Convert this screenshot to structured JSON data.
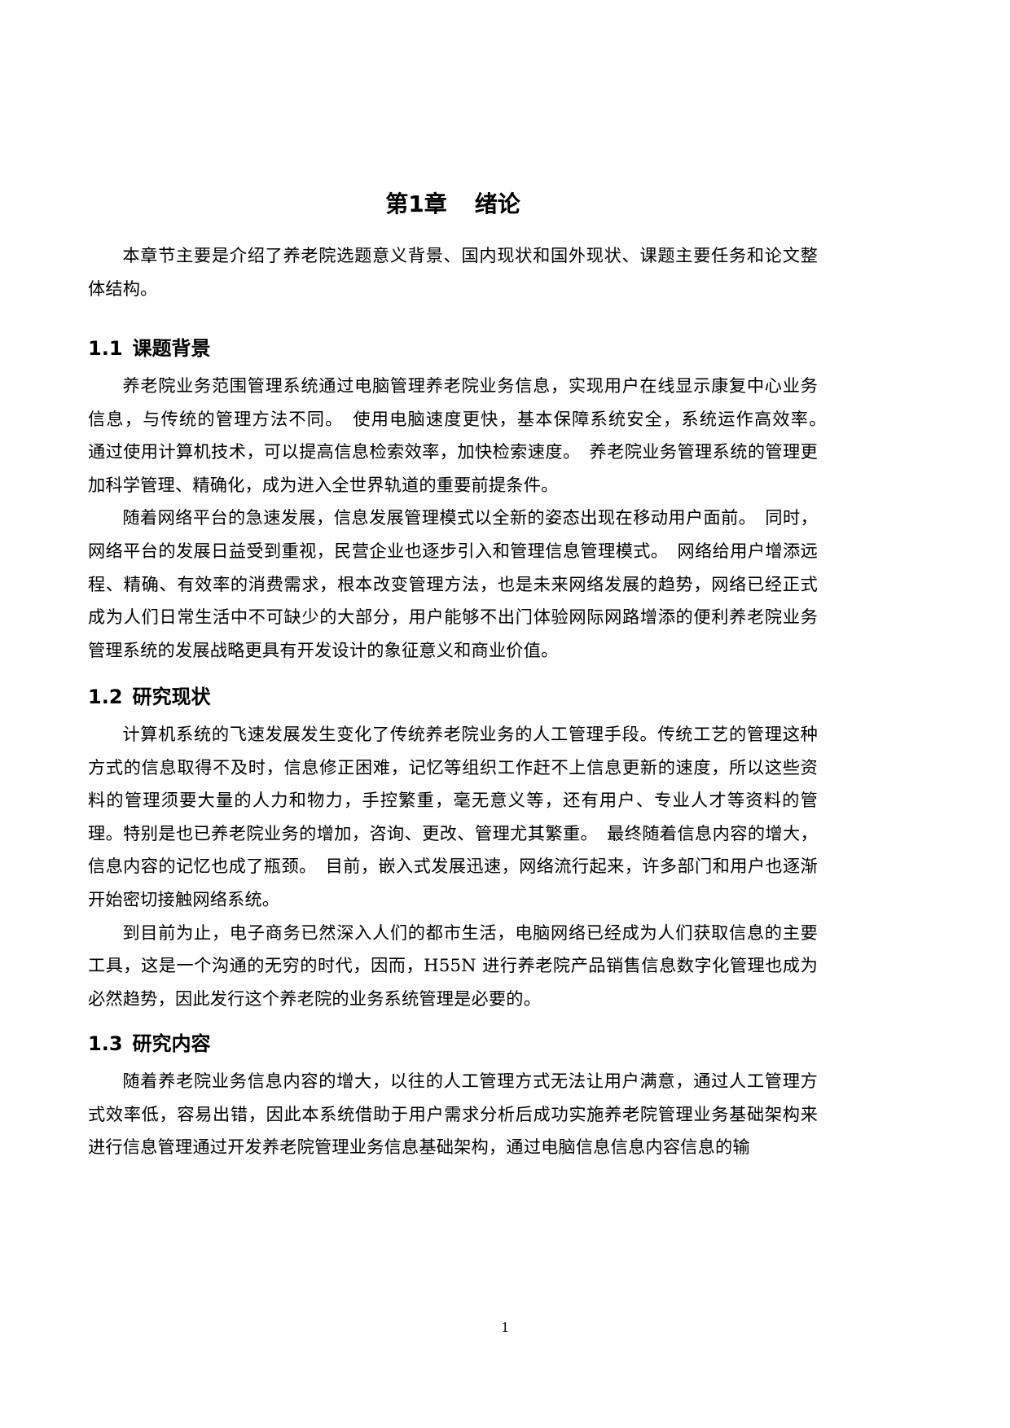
{
  "chapter": {
    "label": "第1章",
    "title": "绪论"
  },
  "intro": "本章节主要是介绍了养老院选题意义背景、国内现状和国外现状、课题主要任务和论文整体结构。",
  "sections": [
    {
      "number": "1.1",
      "title": "课题背景",
      "paragraphs": [
        "养老院业务范围管理系统通过电脑管理养老院业务信息，实现用户在线显示康复中心业务信息，与传统的管理方法不同。　使用电脑速度更快，基本保障系统安全，系统运作高效率。　通过使用计算机技术，可以提高信息检索效率，加快检索速度。　养老院业务管理系统的管理更加科学管理、精确化，成为进入全世界轨道的重要前提条件。",
        "随着网络平台的急速发展，信息发展管理模式以全新的姿态出现在移动用户面前。　同时，网络平台的发展日益受到重视，民营企业也逐步引入和管理信息管理模式。　网络给用户增添远程、精确、有效率的消费需求，根本改变管理方法，也是未来网络发展的趋势，网络已经正式成为人们日常生活中不可缺少的大部分，用户能够不出门体验网际网路增添的便利养老院业务管理系统的发展战略更具有开发设计的象征意义和商业价值。"
      ]
    },
    {
      "number": "1.2",
      "title": "研究现状",
      "paragraphs": [
        "计算机系统的飞速发展发生变化了传统养老院业务的人工管理手段。传统工艺的管理这种方式的信息取得不及时，信息修正困难，记忆等组织工作赶不上信息更新的速度，所以这些资料的管理须要大量的人力和物力，手控繁重，毫无意义等，还有用户、专业人才等资料的管理。特别是也已养老院业务的增加，咨询、更改、管理尤其繁重。　最终随着信息内容的增大，信息内容的记忆也成了瓶颈。　目前，嵌入式发展迅速，网络流行起来，许多部门和用户也逐渐开始密切接触网络系统。",
        "到目前为止，电子商务已然深入人们的都市生活，电脑网络已经成为人们获取信息的主要工具，这是一个沟通的无穷的时代，因而，H55N 进行养老院产品销售信息数字化管理也成为必然趋势，因此发行这个养老院的业务系统管理是必要的。"
      ]
    },
    {
      "number": "1.3",
      "title": "研究内容",
      "paragraphs": [
        "随着养老院业务信息内容的增大，以往的人工管理方式无法让用户满意，通过人工管理方式效率低，容易出错，因此本系统借助于用户需求分析后成功实施养老院管理业务基础架构来进行信息管理通过开发养老院管理业务信息基础架构，通过电脑信息信息内容信息的输"
      ]
    }
  ],
  "footer": {
    "page_number": "1"
  }
}
